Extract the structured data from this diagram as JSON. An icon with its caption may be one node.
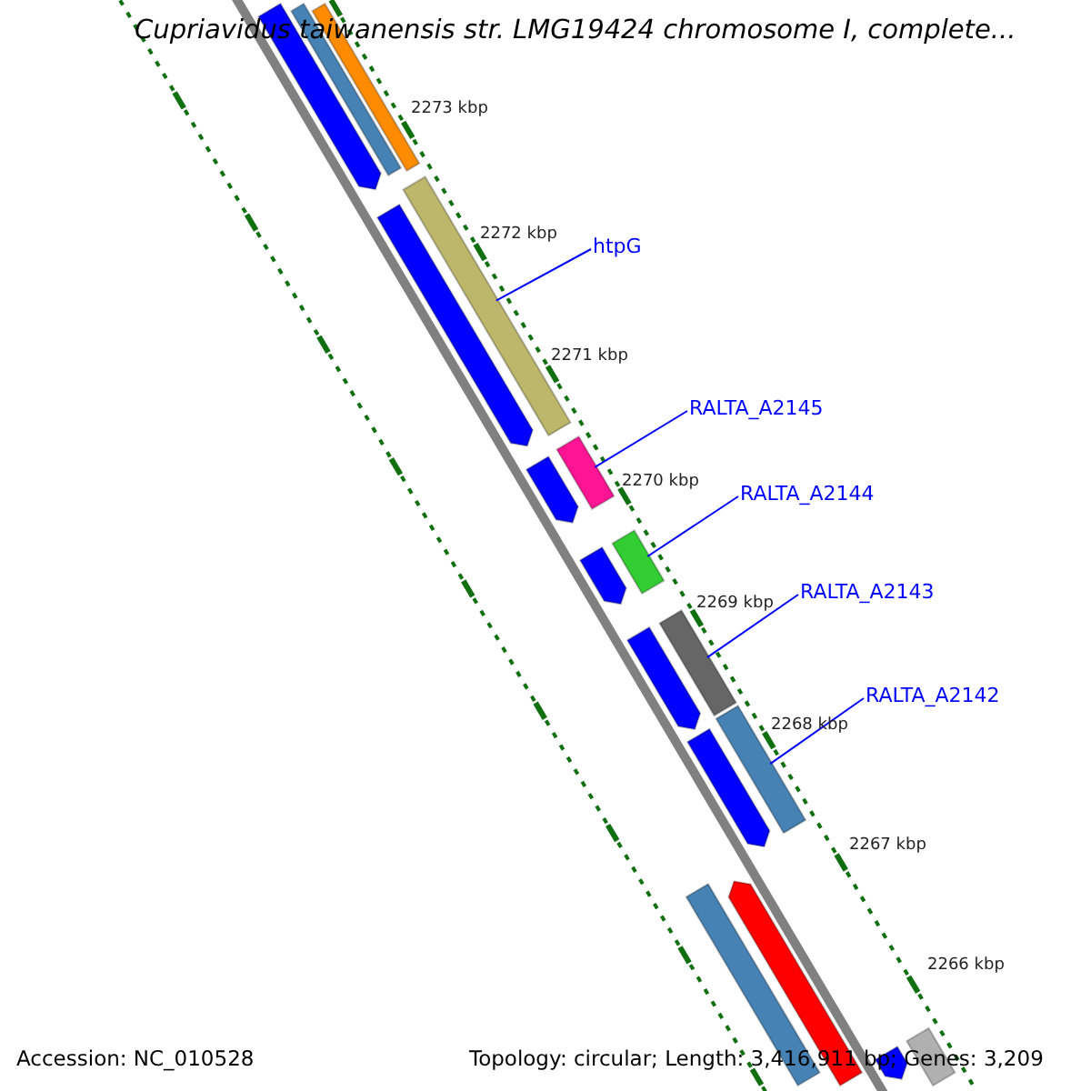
{
  "diagram": {
    "title": "Cupriavidus taiwanensis str. LMG19424 chromosome I, complete...",
    "nodes": [
      {
        "text": [
          "htpG"
        ]
      },
      {
        "text": [],
        "shape": "bar"
      },
      {
        "text": [
          "RALTA_A2145"
        ]
      },
      {
        "text": [],
        "shape": "bar"
      },
      {
        "text": [
          "RALTA_A2144"
        ]
      },
      {
        "text": [],
        "shape": "bar"
      },
      {
        "text": [
          "RALTA_A2143"
        ]
      },
      {
        "text": [],
        "shape": "bar"
      },
      {
        "text": [
          "RALTA_A2142"
        ]
      },
      {
        "text": [],
        "shape": "bar"
      },
      {
        "text": [],
        "shape": "arrow"
      },
      {
        "text": [],
        "shape": "bar"
      },
      {
        "text": [],
        "shape": "bar"
      },
      {
        "text": [],
        "shape": "arrow"
      },
      {
        "text": [],
        "shape": "arrow"
      },
      {
        "text": [],
        "shape": "arrow"
      },
      {
        "text": [],
        "shape": "arrow"
      },
      {
        "text": [],
        "shape": "arrow"
      },
      {
        "text": [],
        "shape": "arrow"
      },
      {
        "text": [],
        "shape": "bar"
      },
      {
        "text": [],
        "shape": "arrow"
      },
      {
        "text": [],
        "shape": "bar"
      }
    ],
    "edges": [
      {
        "from": 0,
        "to": 1,
        "arrow": "none"
      },
      {
        "from": 2,
        "to": 3,
        "arrow": "none"
      },
      {
        "from": 4,
        "to": 5,
        "arrow": "none"
      },
      {
        "from": 6,
        "to": 7,
        "arrow": "none"
      },
      {
        "from": 8,
        "to": 9,
        "arrow": "none"
      }
    ],
    "labels": [
      "2273 kbp",
      "2272 kbp",
      "2271 kbp",
      "2270 kbp",
      "2269 kbp",
      "2268 kbp",
      "2267 kbp",
      "2266 kbp",
      "Accession: NC_010528",
      "Topology: circular; Length: 3,416,911 bp; Genes: 3,209"
    ]
  }
}
